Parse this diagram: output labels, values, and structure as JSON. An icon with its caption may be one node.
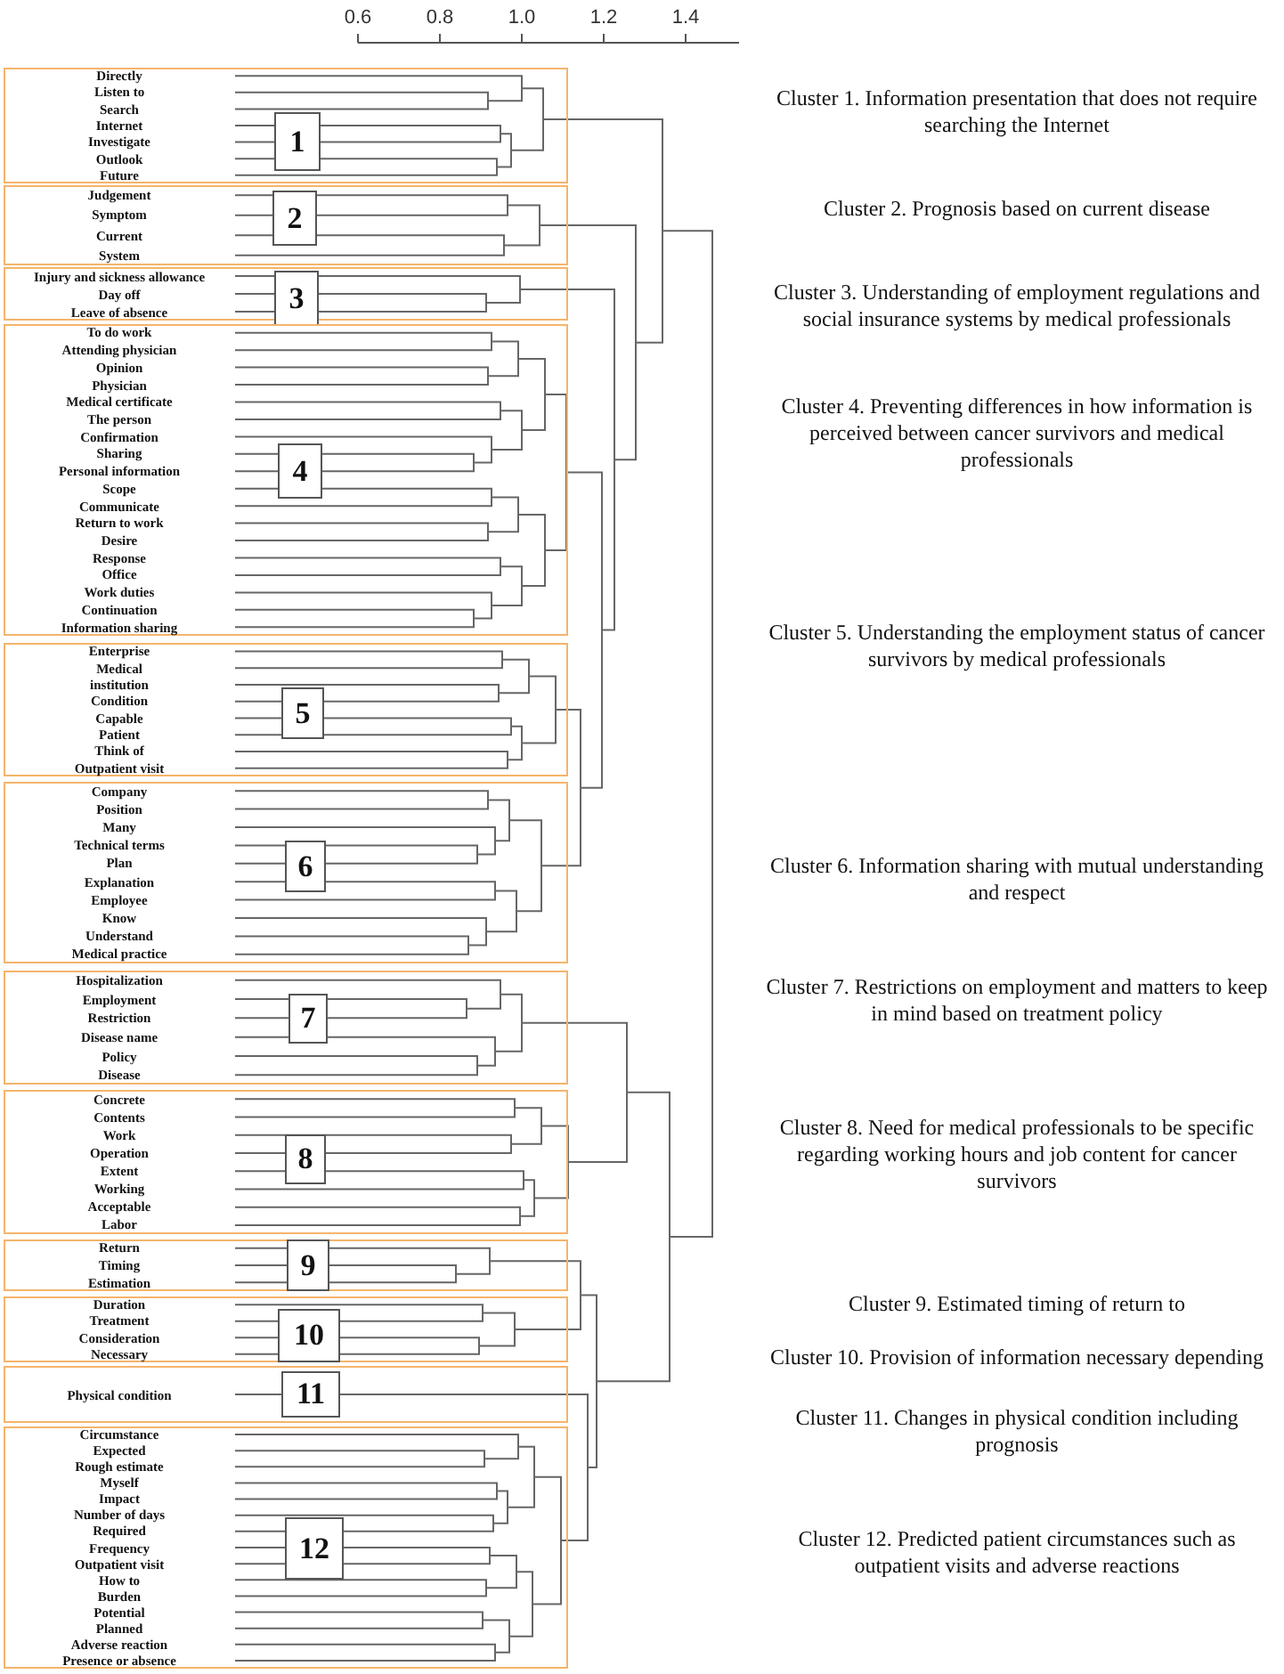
{
  "diagram": {
    "nodes": [
      {
        "text": [
          "Directly",
          "Listen to",
          "Search",
          "Internet",
          "Investigate",
          "Outlook",
          "Future"
        ]
      },
      {
        "text": [
          "1"
        ],
        "in": 0
      },
      {
        "text": [
          "Judgement",
          "Symptom",
          "Current",
          "System"
        ]
      },
      {
        "text": [
          "2"
        ],
        "in": 2
      },
      {
        "text": [
          "Injury and sickness allowance",
          "Day off",
          "Leave of absence"
        ]
      },
      {
        "text": [
          "3"
        ],
        "in": 4
      },
      {
        "text": [
          "To do work",
          "Attending physician",
          "Opinion",
          "Physician",
          "Medical certificate",
          "The person",
          "Confirmation",
          "Sharing",
          "Personal information",
          "Scope",
          "Communicate",
          "Return to work",
          "Desire",
          "Response",
          "Office",
          "Work duties",
          "Continuation",
          "Information sharing"
        ]
      },
      {
        "text": [
          "4"
        ],
        "in": 6
      },
      {
        "text": [
          "Enterprise",
          "Medical",
          "institution",
          "Condition",
          "Capable",
          "Patient",
          "Think of",
          "Outpatient visit"
        ]
      },
      {
        "text": [
          "5"
        ],
        "in": 8
      },
      {
        "text": [
          "Company",
          "Position",
          "Many",
          "Technical terms",
          "Plan",
          "Explanation",
          "Employee",
          "Know",
          "Understand",
          "Medical practice"
        ]
      },
      {
        "text": [
          "6"
        ],
        "in": 10
      },
      {
        "text": [
          "Hospitalization",
          "Employment",
          "Restriction",
          "Disease name",
          "Policy",
          "Disease"
        ]
      },
      {
        "text": [
          "7"
        ],
        "in": 12
      },
      {
        "text": [
          "Concrete",
          "Contents",
          "Work",
          "Operation",
          "Extent",
          "Working",
          "Acceptable",
          "Labor"
        ]
      },
      {
        "text": [
          "8"
        ],
        "in": 14
      },
      {
        "text": [
          "Return",
          "Timing",
          "Estimation"
        ]
      },
      {
        "text": [
          "9"
        ],
        "in": 16
      },
      {
        "text": [
          "Duration",
          "Treatment",
          "Consideration",
          "Necessary"
        ]
      },
      {
        "text": [
          "10"
        ],
        "in": 18
      },
      {
        "text": [
          "Physical condition"
        ]
      },
      {
        "text": [
          "11"
        ],
        "in": 20
      },
      {
        "text": [
          "Circumstance",
          "Expected",
          "Rough estimate",
          "Myself",
          "Impact",
          "Number of days",
          "Required",
          "Frequency",
          "Outpatient visit",
          "How to",
          "Burden",
          "Potential",
          "Planned",
          "Adverse reaction",
          "Presence or absence"
        ]
      },
      {
        "text": [
          "12"
        ],
        "in": 22
      }
    ],
    "labels": [
      "0.6",
      "0.8",
      "1.0",
      "1.2",
      "1.4",
      "Cluster 1. Information presentation that does not require searching the Internet",
      "Cluster 2. Prognosis based on current disease",
      "Cluster 3. Understanding of employment regulations and social insurance systems by medical professionals",
      "Cluster 4. Preventing differences in how information is perceived between cancer survivors and medical professionals",
      "Cluster 5. Understanding the employment status of cancer survivors by medical professionals",
      "Cluster 6. Information sharing with mutual understanding and respect",
      "Cluster 7. Restrictions on employment and matters to keep in mind based on treatment policy",
      "Cluster 8. Need for medical professionals to be specific regarding working hours and job content for cancer survivors",
      "Cluster 9. Estimated timing of return to",
      "Cluster 10. Provision of information necessary depending",
      "Cluster 11. Changes in physical condition including prognosis",
      "Cluster 12. Predicted patient circumstances such as outpatient visits and adverse reactions"
    ]
  }
}
